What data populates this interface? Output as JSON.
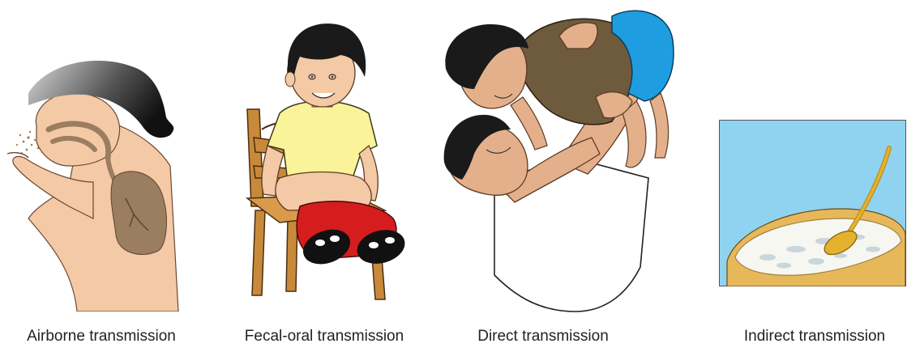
{
  "panels": [
    {
      "caption": "Airborne transmission",
      "illustration": "coughing-person-with-lungs"
    },
    {
      "caption": "Fecal-oral transmission",
      "illustration": "child-sitting-on-chair"
    },
    {
      "caption": "Direct transmission",
      "illustration": "parent-lifting-child"
    },
    {
      "caption": "Indirect transmission",
      "illustration": "bowl-with-spoon"
    }
  ],
  "colors": {
    "hair": "#1a1a1a",
    "skin": "#f4c9a6",
    "lung": "#9b7d60",
    "shirt_yellow": "#fbf39a",
    "shorts_red": "#d61d1d",
    "chair": "#c88a3a",
    "child_shirt": "#6e5a3c",
    "pants_blue": "#1e9ee0",
    "sky_blue": "#8fd3f0",
    "bowl": "#e7b85a",
    "spoon": "#e5b22e"
  }
}
